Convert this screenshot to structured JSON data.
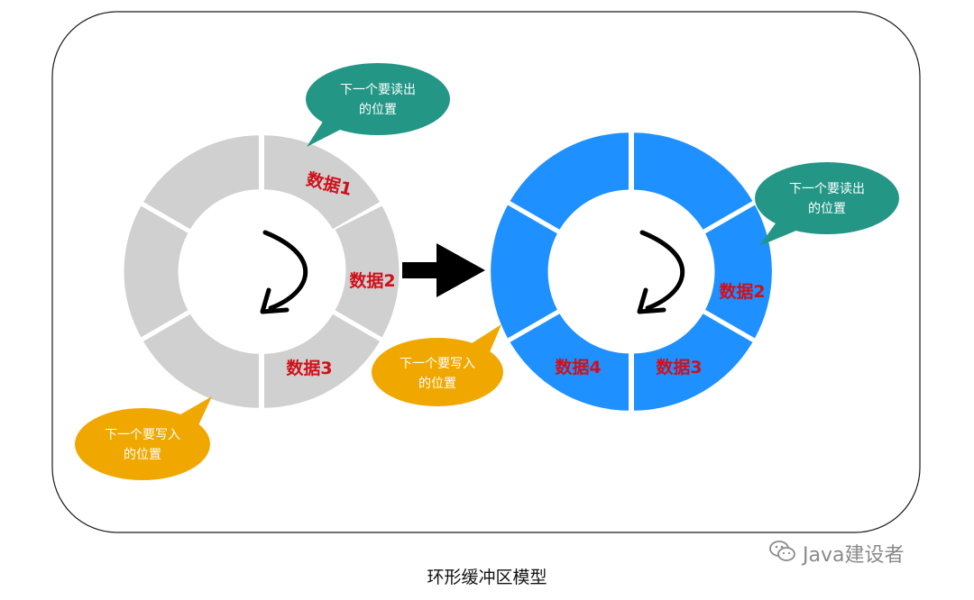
{
  "diagram": {
    "caption": "环形缓冲区模型",
    "watermark": "Java建设者",
    "left_ring": {
      "segment_color": "#d0d0d0",
      "labels": [
        "数据1",
        "数据2",
        "数据3"
      ]
    },
    "right_ring": {
      "segment_color": "#1e90ff",
      "labels": [
        "数据2",
        "数据3",
        "数据4"
      ]
    },
    "bubbles": {
      "read_line1": "下一个要读出",
      "read_line2": "的位置",
      "write_line1": "下一个要写入",
      "write_line2": "的位置"
    },
    "colors": {
      "read_bubble": "#239686",
      "write_bubble": "#f0a800",
      "label_text": "#d0101a",
      "arrow": "#000000"
    }
  }
}
